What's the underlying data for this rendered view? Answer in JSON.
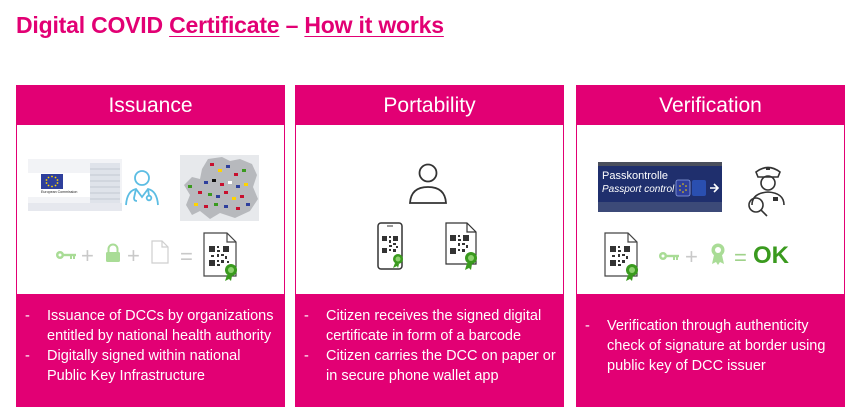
{
  "title": {
    "part1": "Digital COVID ",
    "part2": "Certificate",
    "part3": " – ",
    "part4": "How it works"
  },
  "colors": {
    "brand": "#e20074",
    "ok_green": "#3a9a1e"
  },
  "cards": [
    {
      "title": "Issuance",
      "bullets": [
        "Issuance of DCCs by organizations entitled by national health authority",
        "Digitally signed within national Public Key Infrastructure"
      ],
      "logo_text": "European Commission",
      "icons": [
        "eu-commission-building-image",
        "doctor-icon",
        "europe-map-image",
        "key-icon",
        "lock-icon",
        "document-icon",
        "qr-certificate-icon"
      ]
    },
    {
      "title": "Portability",
      "bullets": [
        "Citizen receives the signed digital certificate in form of a barcode",
        "Citizen carries the DCC on paper or in secure phone wallet app"
      ],
      "icons": [
        "person-icon",
        "phone-qr-icon",
        "paper-qr-icon"
      ]
    },
    {
      "title": "Verification",
      "bullets": [
        "Verification through authenticity check of signature at border using public key of DCC issuer"
      ],
      "sign_text_1": "Passkontrolle",
      "sign_text_2": "Passport control",
      "ok_label": "OK",
      "icons": [
        "passport-control-sign-image",
        "police-officer-icon",
        "qr-certificate-icon",
        "key-icon",
        "seal-icon"
      ]
    }
  ]
}
